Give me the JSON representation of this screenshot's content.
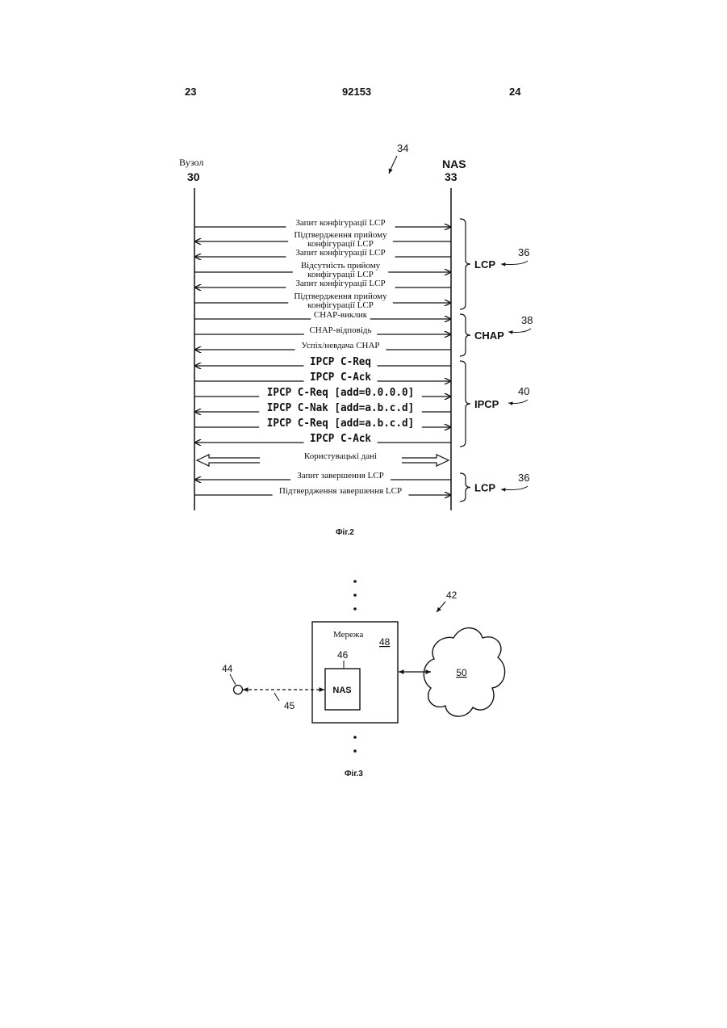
{
  "header": {
    "left_page": "23",
    "doc_number": "92153",
    "right_page": "24"
  },
  "fig2": {
    "ref_main": "34",
    "node_title": "Вузол",
    "node_num": "30",
    "nas_title": "NAS",
    "nas_num": "33",
    "messages": [
      {
        "lines": [
          "Запит конфігурації LCP"
        ],
        "dir": "right",
        "style": "serif"
      },
      {
        "lines": [
          "Підтвердження прийому",
          "конфігурації LCP"
        ],
        "dir": "left",
        "style": "serif"
      },
      {
        "lines": [
          "Запит конфігурації LCP"
        ],
        "dir": "left",
        "style": "serif"
      },
      {
        "lines": [
          "Відсутність прийому",
          "конфігурації LCP"
        ],
        "dir": "right",
        "style": "serif"
      },
      {
        "lines": [
          "Запит конфігурації LCP"
        ],
        "dir": "left",
        "style": "serif"
      },
      {
        "lines": [
          "Підтвердження прийому",
          "конфігурації LCP"
        ],
        "dir": "right",
        "style": "serif"
      },
      {
        "lines": [
          "CHAP-виклик"
        ],
        "dir": "right",
        "style": "serif"
      },
      {
        "lines": [
          "CHAP-відповідь"
        ],
        "dir": "right",
        "style": "serif"
      },
      {
        "lines": [
          "Успіх/невдача CHAP"
        ],
        "dir": "left",
        "style": "serif"
      },
      {
        "lines": [
          "IPCP C-Req"
        ],
        "dir": "left",
        "style": "mono"
      },
      {
        "lines": [
          "IPCP C-Ack"
        ],
        "dir": "right",
        "style": "mono"
      },
      {
        "lines": [
          "IPCP C-Req [add=0.0.0.0]"
        ],
        "dir": "right",
        "style": "mono"
      },
      {
        "lines": [
          "IPCP C-Nak [add=a.b.c.d]"
        ],
        "dir": "left",
        "style": "mono"
      },
      {
        "lines": [
          "IPCP C-Req [add=a.b.c.d]"
        ],
        "dir": "right",
        "style": "mono"
      },
      {
        "lines": [
          "IPCP C-Ack"
        ],
        "dir": "left",
        "style": "mono"
      },
      {
        "lines": [
          "Користувацькі дані"
        ],
        "dir": "both",
        "style": "serif"
      },
      {
        "lines": [
          "Запит завершення LCP"
        ],
        "dir": "left",
        "style": "serif"
      },
      {
        "lines": [
          "Підтвердження завершення LCP"
        ],
        "dir": "right",
        "style": "serif"
      }
    ],
    "groups": [
      {
        "label": "LCP",
        "ref": "36"
      },
      {
        "label": "CHAP",
        "ref": "38"
      },
      {
        "label": "IPCP",
        "ref": "40"
      },
      {
        "label": "LCP",
        "ref": "36"
      }
    ],
    "caption": "Фіг.2"
  },
  "fig3": {
    "ref_system": "42",
    "network_label": "Мережа",
    "network_ref": "48",
    "nas_ref": "46",
    "nas_label": "NAS",
    "node_ref": "44",
    "link_ref": "45",
    "cloud_ref": "50",
    "caption": "Фіг.3"
  }
}
